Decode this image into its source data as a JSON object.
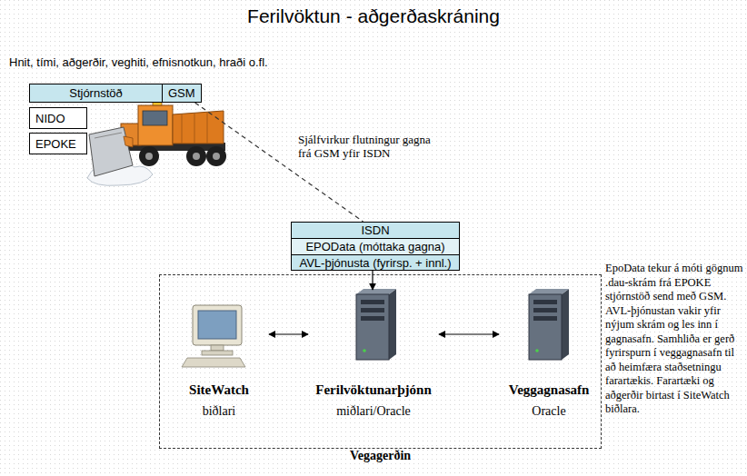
{
  "diagram": {
    "title": "Ferilvöktun - aðgerðaskráning",
    "nodes": [
      {
        "text": [
          "Stjórnstöð"
        ]
      },
      {
        "text": [
          "GSM"
        ]
      },
      {
        "text": [
          "NIDO"
        ]
      },
      {
        "text": [
          "EPOKE"
        ]
      },
      {
        "text": [
          "ISDN"
        ]
      },
      {
        "text": [
          "EPOData (móttaka gagna)"
        ]
      },
      {
        "text": [
          "AVL-þjónusta (fyrirsp. + innl.)"
        ]
      },
      {
        "text": [
          "Vegagerðin"
        ]
      },
      {
        "text": [
          "SiteWatch",
          "biðlari"
        ],
        "in": 7
      },
      {
        "text": [
          "Ferilvöktunarþjónn",
          "miðlari/Oracle"
        ],
        "in": 7
      },
      {
        "text": [
          "Veggagnasafn",
          "Oracle"
        ],
        "in": 7
      }
    ],
    "edges": [
      {
        "from": 1,
        "to": 4,
        "arrow": "none",
        "label": "Sjálfvirkur flutningur gagna frá GSM yfir ISDN"
      },
      {
        "from": 6,
        "to": 9,
        "arrow": "to"
      },
      {
        "from": 8,
        "to": 9,
        "arrow": "both"
      },
      {
        "from": 9,
        "to": 10,
        "arrow": "both"
      }
    ],
    "labels": [
      "Hnit, tími, aðgerðir, veghiti, efnisnotkun, hraði o.fl.",
      "EpoData tekur á móti gögnum .dau-skrám frá EPOKE stjórnstöð send með GSM. AVL-þjónustan vakir yfir nýjum skrám og les inn í gagnasafn. Samhliða er gerð fyrirspurn í veggagnasafn til að heimfæra staðsetningu farartækis. Farartæki og aðgerðir birtast í SiteWatch biðlara."
    ]
  }
}
